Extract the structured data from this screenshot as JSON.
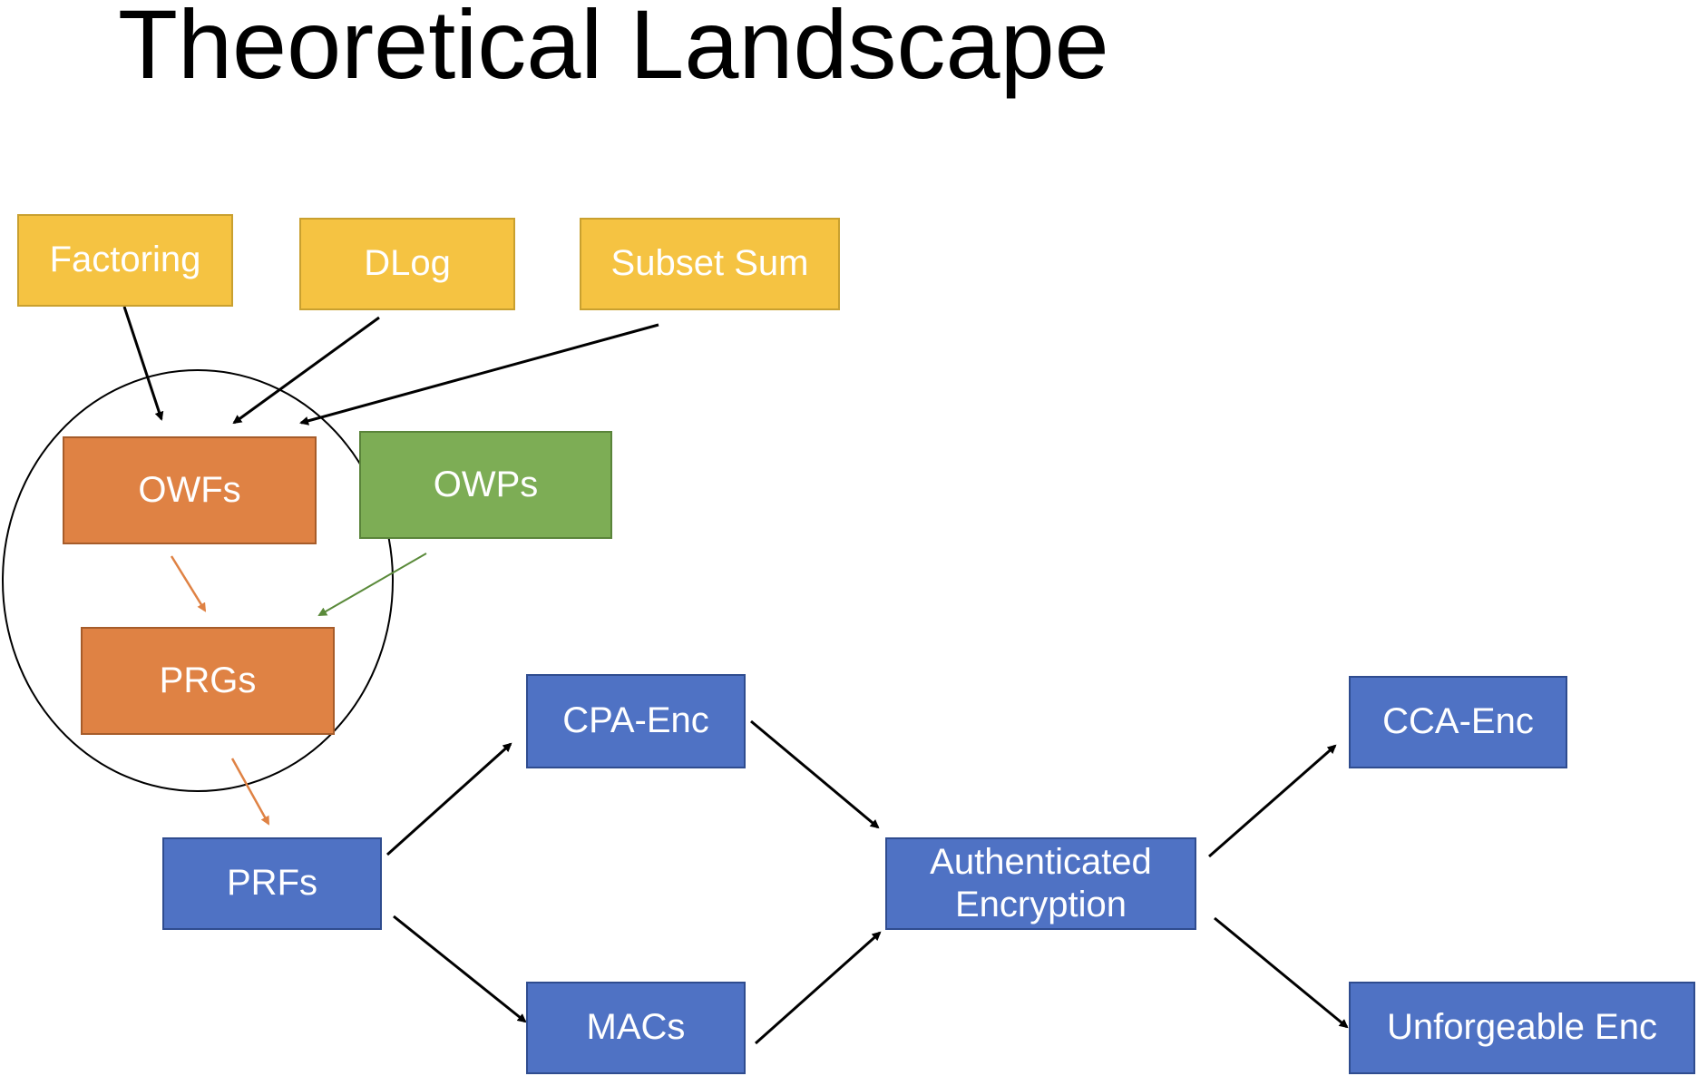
{
  "title": "Theoretical Landscape",
  "colors": {
    "assumption": "#F5C342",
    "primitive": "#DF8244",
    "permutation": "#7DAD55",
    "construction": "#4F72C4",
    "orange_arrow": "#DF8244",
    "green_arrow": "#5A8A3A",
    "black_arrow": "#000000"
  },
  "nodes": {
    "factoring": "Factoring",
    "dlog": "DLog",
    "subset_sum": "Subset Sum",
    "owfs": "OWFs",
    "owps": "OWPs",
    "prgs": "PRGs",
    "prfs": "PRFs",
    "cpa_enc": "CPA-Enc",
    "macs": "MACs",
    "authenticated_encryption": "Authenticated Encryption",
    "cca_enc": "CCA-Enc",
    "unforgeable_enc": "Unforgeable Enc"
  }
}
